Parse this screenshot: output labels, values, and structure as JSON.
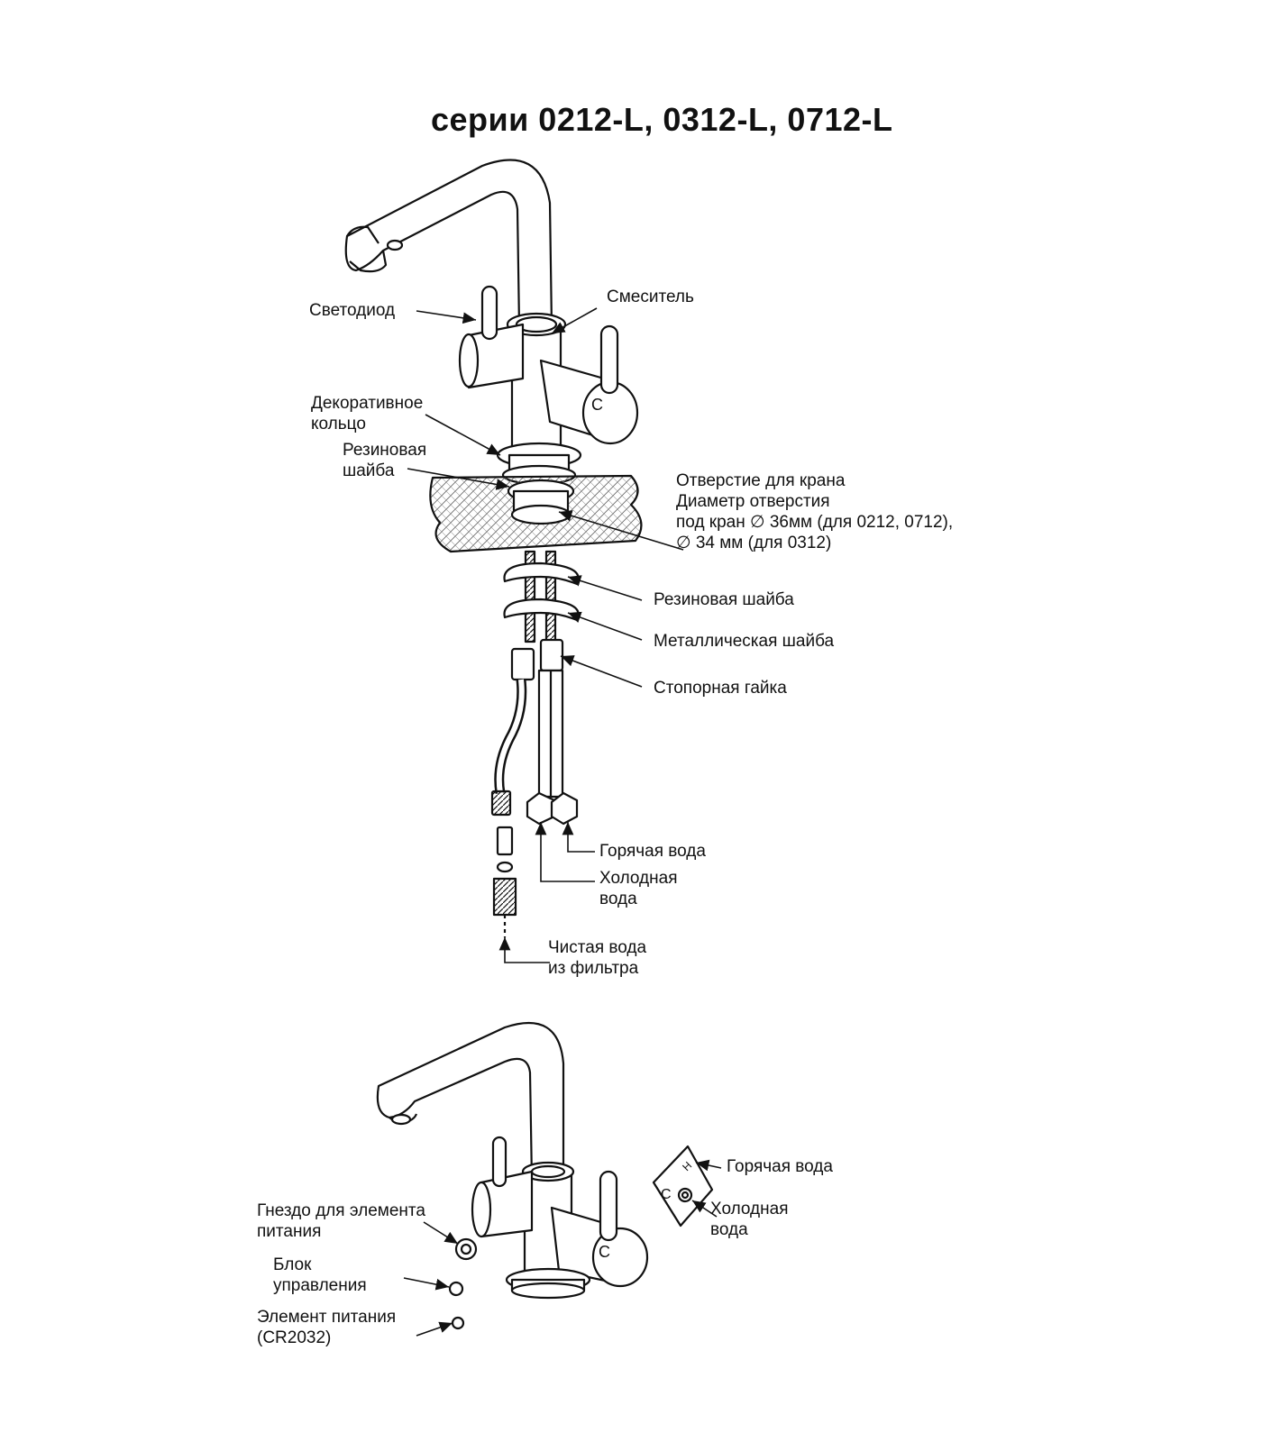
{
  "title": "серии 0212-L, 0312-L, 0712-L",
  "labels": {
    "led": "Светодиод",
    "mixer": "Смеситель",
    "deco_ring": [
      "Декоративное",
      "кольцо"
    ],
    "rubber_washer_top": [
      "Резиновая",
      "шайба"
    ],
    "hole": [
      "Отверстие для крана",
      "Диаметр отверстия",
      "под кран ∅ 36мм (для 0212, 0712),",
      "∅ 34 мм (для 0312)"
    ],
    "rubber_washer": "Резиновая шайба",
    "metal_washer": "Металлическая шайба",
    "lock_nut": "Стопорная гайка",
    "hot_water": "Горячая вода",
    "cold_water": [
      "Холодная",
      "вода"
    ],
    "clean_water": [
      "Чистая вода",
      "из фильтра"
    ],
    "hot_water_2": "Горячая вода",
    "cold_water_2": [
      "Холодная",
      "вода"
    ],
    "battery_socket": [
      "Гнездо для элемента",
      "питания"
    ],
    "control_unit": [
      "Блок",
      "управления"
    ],
    "battery": [
      "Элемент питания",
      "(CR2032)"
    ]
  },
  "marks": {
    "hot": "H",
    "cold": "C"
  },
  "colors": {
    "line": "#111111",
    "background": "#ffffff"
  }
}
